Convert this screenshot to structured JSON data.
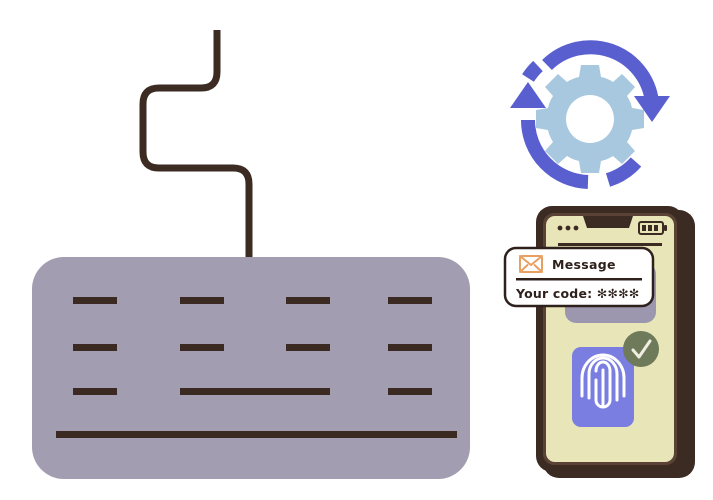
{
  "scene": {
    "title": "Two-factor authentication illustration",
    "background_color": "#ffffff"
  },
  "keyboard": {
    "name": "wired-keyboard",
    "body_color": "#a29db0",
    "key_color": "#3a2a22",
    "cable_color": "#3b2b23",
    "rows": [
      {
        "keys": [
          "key",
          "key",
          "key",
          "key"
        ]
      },
      {
        "keys": [
          "key",
          "key",
          "key",
          "key"
        ]
      },
      {
        "keys": [
          "key",
          "spacebar",
          "key"
        ]
      }
    ],
    "bottom_bar_label": "palm-rest-bar"
  },
  "sync_icon": {
    "name": "gear-refresh-icon",
    "gear_color": "#a8c8e0",
    "arrow_color": "#5a5fd0",
    "gear_teeth": 8,
    "arrows": [
      {
        "name": "arrow-up",
        "direction": "up"
      },
      {
        "name": "arrow-down",
        "direction": "down"
      }
    ]
  },
  "phone": {
    "name": "smartphone",
    "frame_color": "#3b2b23",
    "bezel_color": "#5a4236",
    "screen_color": "#e8e6b8",
    "status_bar": {
      "dots_label": "signal-dots",
      "dots_count": 3,
      "battery_label": "battery-icon",
      "battery_bars": 3
    },
    "chat_bubble": {
      "name": "chat-bubble",
      "color": "#9c97ae"
    },
    "fingerprint": {
      "name": "fingerprint-card",
      "card_color": "#7a7ee0",
      "ridge_color": "#ffffff",
      "badge": {
        "name": "verified-check-badge",
        "color": "#6e7a5a",
        "check_color": "#efeee0"
      }
    }
  },
  "message_popup": {
    "name": "sms-message-popup",
    "background": "#ffffff",
    "border_color": "#2e211c",
    "envelope_icon": {
      "name": "envelope-icon",
      "color": "#e8a060"
    },
    "title": "Message",
    "code_label": "Your code:",
    "code_value": "✻✻✻✻",
    "code_line": "Your code: ✻✻✻✻"
  }
}
